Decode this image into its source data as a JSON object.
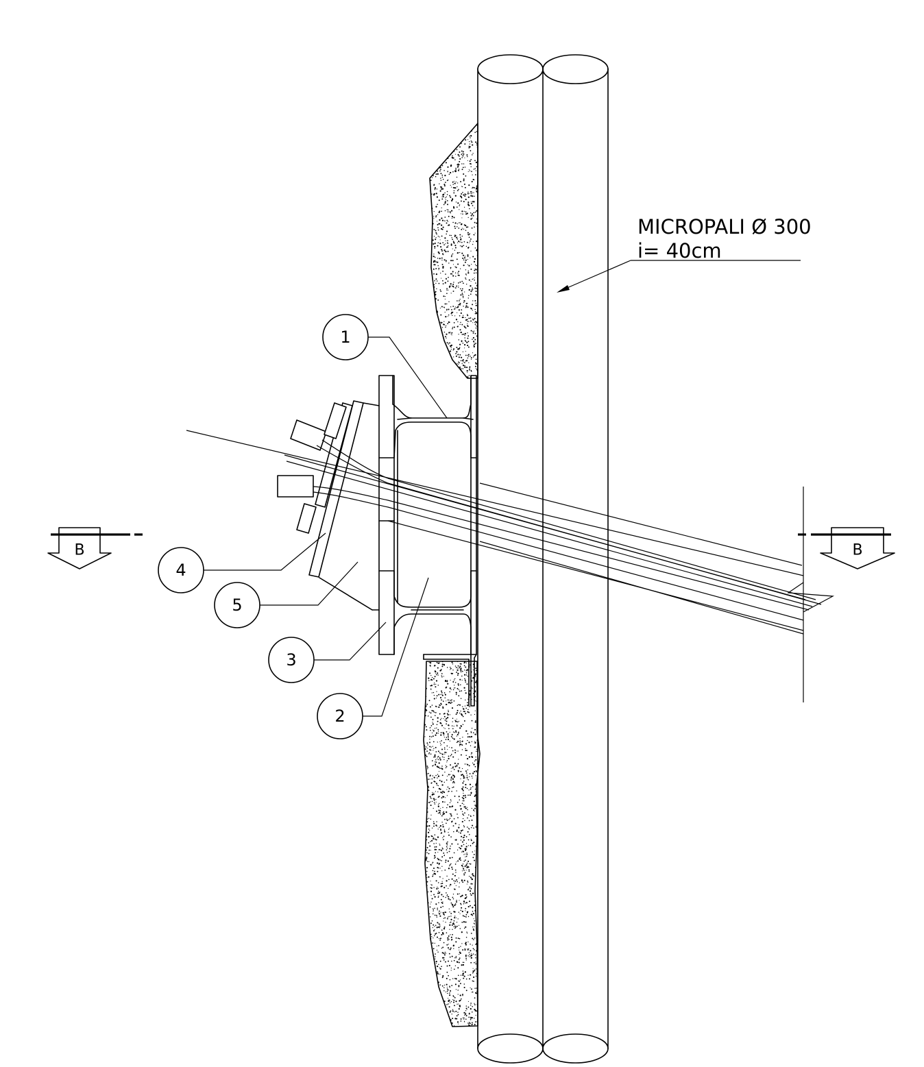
{
  "annotation": {
    "line1": "MICROPALI Ø 300",
    "line2": "i= 40cm"
  },
  "callouts": [
    {
      "id": "1"
    },
    {
      "id": "2"
    },
    {
      "id": "3"
    },
    {
      "id": "4"
    },
    {
      "id": "5"
    }
  ],
  "section": {
    "label_left": "B",
    "label_right": "B"
  },
  "colors": {
    "line": "#000000",
    "background": "#ffffff"
  }
}
